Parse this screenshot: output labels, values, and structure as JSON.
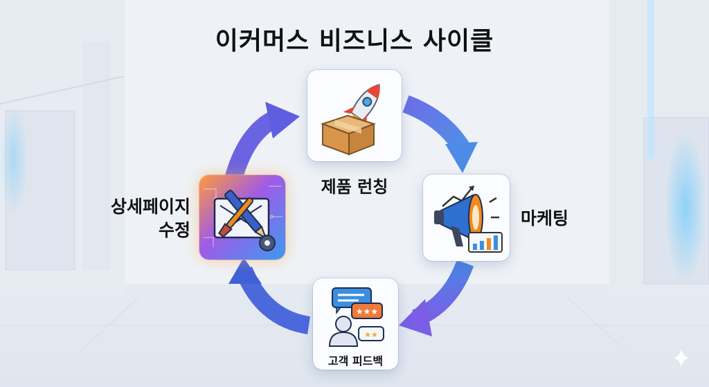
{
  "title": "이커머스 비즈니스 사이클",
  "stages": {
    "launch": {
      "label": "제품 런칭",
      "icon": "rocket-box-icon"
    },
    "marketing": {
      "label": "마케팅",
      "icon": "megaphone-icon"
    },
    "feedback": {
      "label": "고객 피드백",
      "icon": "review-chat-icon"
    },
    "edit_line1": "상세페이지",
    "edit_line2": "수정",
    "edit_icon": "design-pencil-icon"
  },
  "cycle_order": [
    "제품 런칭",
    "마케팅",
    "고객 피드백",
    "상세페이지 수정"
  ],
  "colors": {
    "arrow_blue": "#4a7fe0",
    "arrow_purple": "#7b5be6",
    "edit_glow": "#ffae50"
  }
}
